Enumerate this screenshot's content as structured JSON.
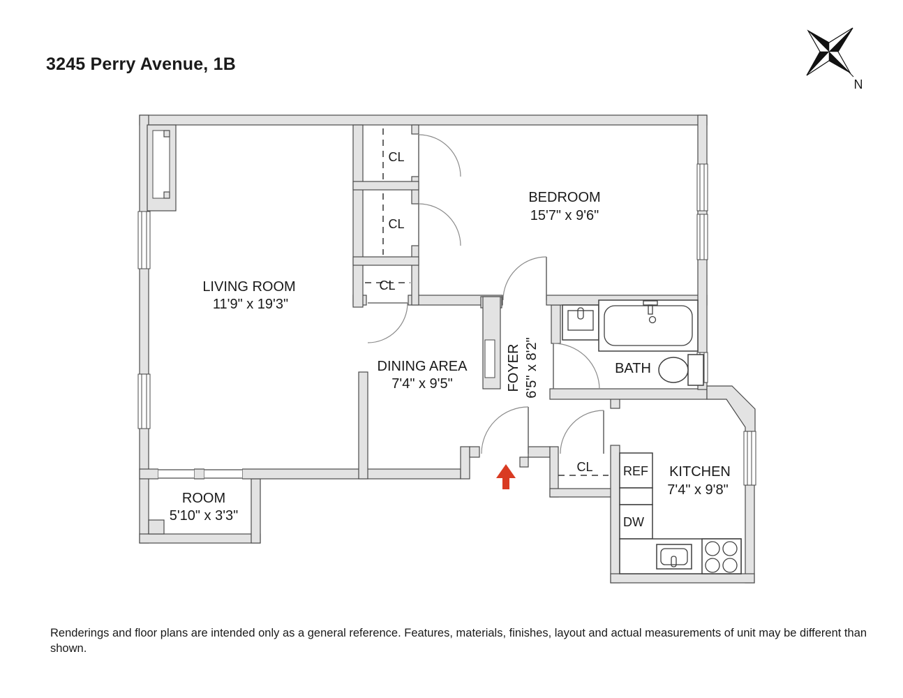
{
  "title": "3245 Perry Avenue, 1B",
  "compass": {
    "north_label": "N"
  },
  "rooms": {
    "living": {
      "name": "LIVING ROOM",
      "dims": "11'9\" x 19'3\""
    },
    "bedroom": {
      "name": "BEDROOM",
      "dims": "15'7\" x 9'6\""
    },
    "dining": {
      "name": "DINING AREA",
      "dims": "7'4\" x 9'5\""
    },
    "foyer": {
      "name": "FOYER",
      "dims": "6'5\" x 8'2\""
    },
    "bath": {
      "name": "BATH"
    },
    "kitchen": {
      "name": "KITCHEN",
      "dims": "7'4\" x 9'8\""
    },
    "room": {
      "name": "ROOM",
      "dims": "5'10\" x 3'3\""
    }
  },
  "closets": {
    "closet1": "CL",
    "closet2": "CL",
    "closet3": "CL",
    "entry_closet": "CL"
  },
  "appliances": {
    "refrigerator": "REF",
    "dishwasher": "DW"
  },
  "entrance": {
    "arrow_color": "#d93b22"
  },
  "colors": {
    "wall_fill": "#e3e3e3",
    "wall_line": "#4a4a4a",
    "fixture_line": "#3f3f3f",
    "text": "#1a1a1a"
  },
  "disclaimer": "Renderings and floor plans are intended only as a general reference. Features, materials, finishes, layout and actual measurements of unit may be different than shown."
}
